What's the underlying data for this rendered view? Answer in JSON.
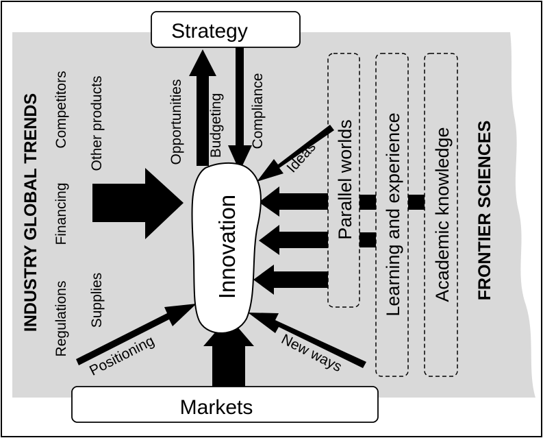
{
  "boxes": {
    "strategy": "Strategy",
    "markets": "Markets",
    "innovation": "Innovation"
  },
  "left_panel": {
    "heading": "INDUSTRY GLOBAL TRENDS",
    "factors": [
      "Competitors",
      "Financing",
      "Regulations",
      "Other products",
      "Supplies"
    ]
  },
  "right_panel": {
    "heading": "FRONTIER SCIENCES",
    "columns": [
      "Parallel worlds",
      "Learning and experience",
      "Academic knowledge"
    ]
  },
  "flows": {
    "opportunities": "Opportunities",
    "budgeting": "Budgeting",
    "compliance": "Compliance",
    "ideas": "Ideas",
    "positioning": "Positioning",
    "new_ways": "New ways"
  },
  "colors": {
    "panel": "#d9d9d9",
    "ink": "#000000",
    "box": "#ffffff"
  }
}
